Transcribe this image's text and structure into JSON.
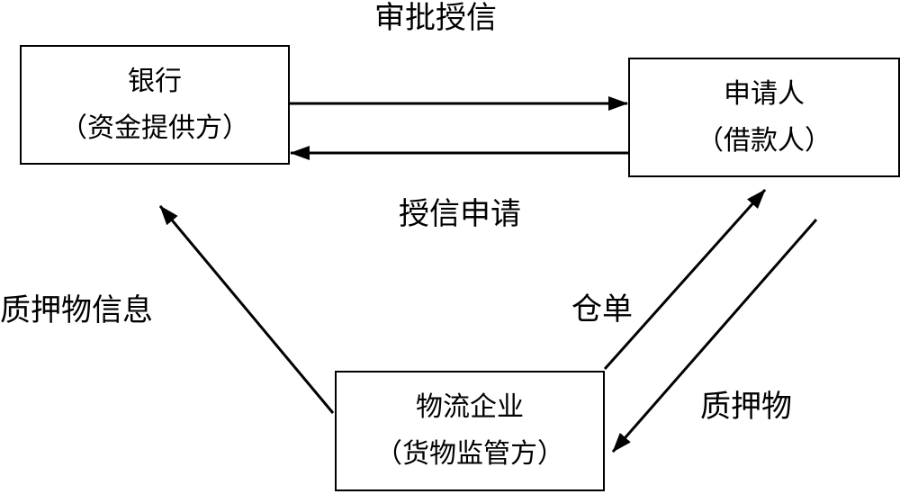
{
  "nodes": {
    "bank": {
      "line1": "银行",
      "line2": "（资金提供方）"
    },
    "applicant": {
      "line1": "申请人",
      "line2": "（借款人）"
    },
    "logistics": {
      "line1": "物流企业",
      "line2": "（货物监管方）"
    }
  },
  "edges": {
    "approve_credit": "审批授信",
    "credit_application": "授信申请",
    "collateral_info": "质押物信息",
    "warehouse_receipt": "仓单",
    "collateral": "质押物"
  },
  "colors": {
    "line": "#000000",
    "box_border": "#000000",
    "background": "#ffffff"
  }
}
